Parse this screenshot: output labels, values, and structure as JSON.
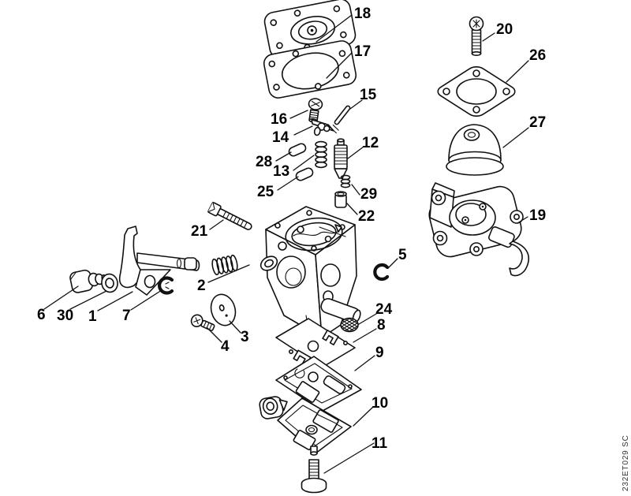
{
  "figure": {
    "watermark": "232ET029 SC",
    "callouts": {
      "1": "1",
      "2": "2",
      "3": "3",
      "4": "4",
      "5": "5",
      "6": "6",
      "7": "7",
      "8": "8",
      "9": "9",
      "10": "10",
      "11": "11",
      "12": "12",
      "13": "13",
      "14": "14",
      "15": "15",
      "16": "16",
      "17": "17",
      "18": "18",
      "19": "19",
      "20": "20",
      "21": "21",
      "22": "22",
      "24": "24",
      "25": "25",
      "26": "26",
      "27": "27",
      "28": "28",
      "29": "29",
      "30": "30"
    }
  },
  "colors": {
    "background": "#ffffff",
    "line": "#111111",
    "label": "#000000",
    "watermark": "#333333"
  }
}
